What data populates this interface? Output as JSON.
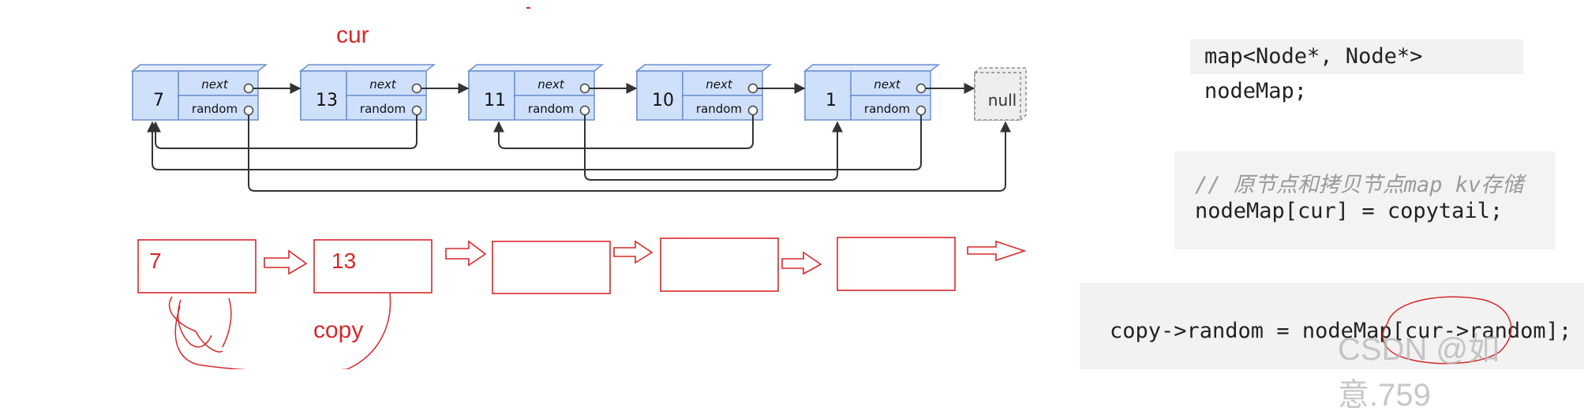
{
  "nodes": [
    {
      "value": "7",
      "next_label": "next",
      "random_label": "random"
    },
    {
      "value": "13",
      "next_label": "next",
      "random_label": "random"
    },
    {
      "value": "11",
      "next_label": "next",
      "random_label": "random"
    },
    {
      "value": "10",
      "next_label": "next",
      "random_label": "random"
    },
    {
      "value": "1",
      "next_label": "next",
      "random_label": "random"
    }
  ],
  "null_label": "null",
  "annotations": {
    "cur": "cur",
    "copy": "copy"
  },
  "copies": [
    "7",
    "13",
    "",
    "",
    ""
  ],
  "code": {
    "line1": "map<Node*, Node*> nodeMap;",
    "comment": "// 原节点和拷贝节点map kv存储",
    "line2": "nodeMap[cur] = copytail;",
    "line3": "copy->random = nodeMap[cur->random];"
  },
  "watermark": "CSDN @如意.759",
  "colors": {
    "node_fill": "#cfe0fb",
    "node_stroke": "#6d8fd0",
    "annotation": "#d7282a",
    "null_fill": "#eeeeee"
  }
}
